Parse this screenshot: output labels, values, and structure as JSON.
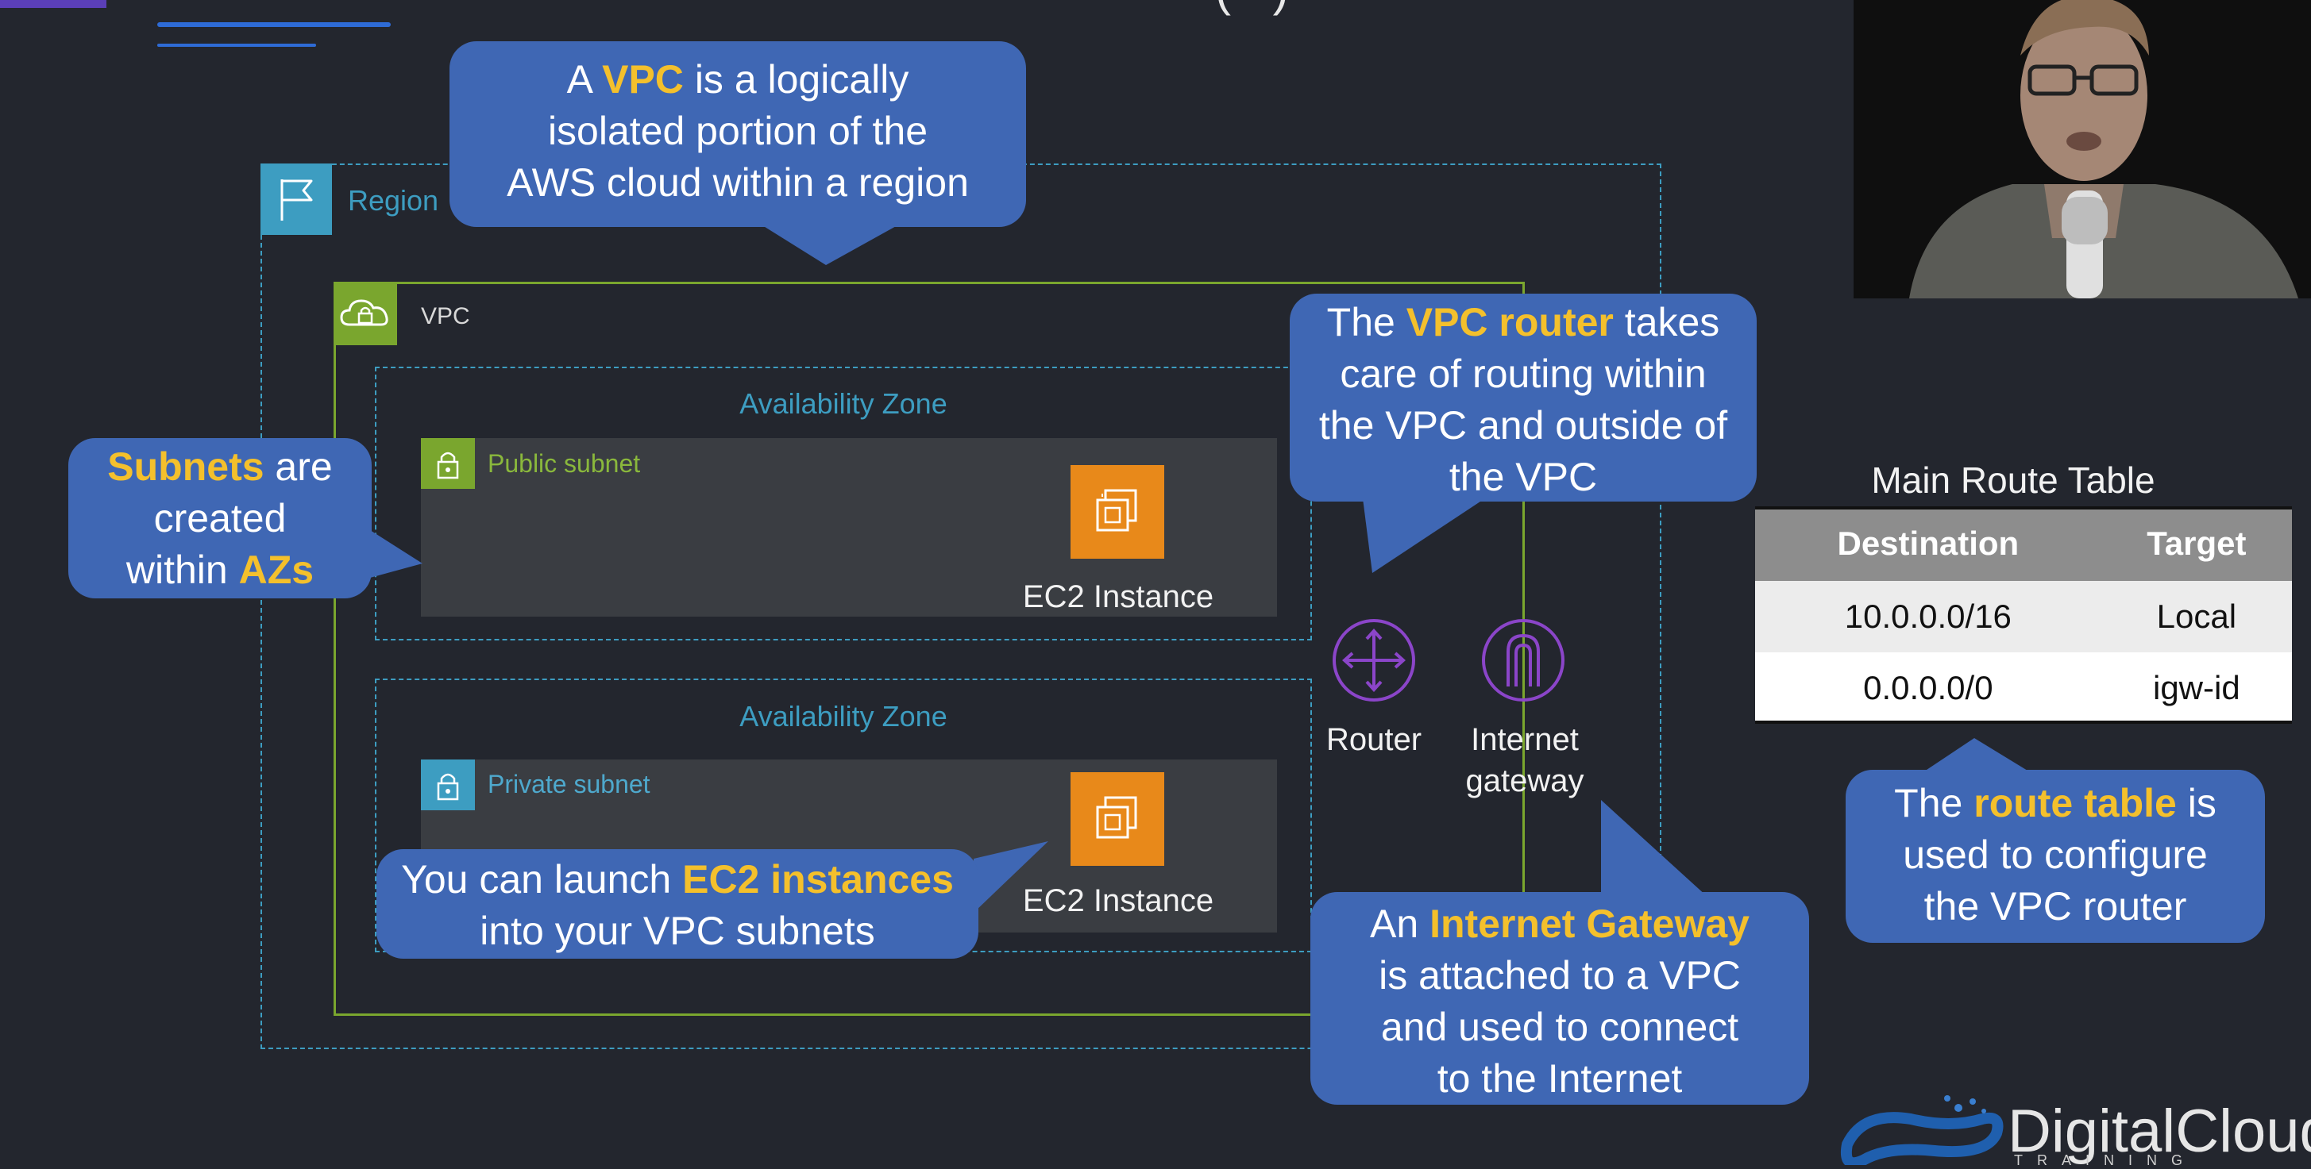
{
  "top": {
    "title_fragment": "( )"
  },
  "region": {
    "label": "Region"
  },
  "vpc": {
    "label": "VPC"
  },
  "availability_zones": [
    {
      "label": "Availability Zone"
    },
    {
      "label": "Availability Zone"
    }
  ],
  "subnets": {
    "public": {
      "label": "Public subnet",
      "instance_label": "EC2 Instance"
    },
    "private": {
      "label": "Private subnet",
      "instance_label": "EC2 Instance"
    }
  },
  "nodes": {
    "router": "Router",
    "igw_line1": "Internet",
    "igw_line2": "gateway"
  },
  "callouts": {
    "vpc": {
      "pre": "A ",
      "highlight": "VPC",
      "post_line1": " is a logically",
      "line2": "isolated portion of the",
      "line3": "AWS cloud within a region"
    },
    "subnets": {
      "highlight1": "Subnets",
      "post1": " are",
      "line2": "created",
      "pre3": "within ",
      "highlight3": "AZs"
    },
    "router": {
      "pre": "The ",
      "highlight": "VPC router",
      "post": " takes",
      "line2": "care of routing within",
      "line3": "the VPC and outside of",
      "line4": "the VPC"
    },
    "ec2": {
      "pre": "You can launch ",
      "highlight": "EC2 instances",
      "line2": "into your VPC subnets"
    },
    "igw": {
      "pre": "An ",
      "highlight": "Internet Gateway",
      "line2": "is attached to a VPC",
      "line3": "and used to connect",
      "line4": "to the Internet"
    },
    "route_table": {
      "pre": "The ",
      "highlight": "route table",
      "post": " is",
      "line2": "used to configure",
      "line3": "the VPC router"
    }
  },
  "route_table": {
    "title": "Main Route Table",
    "headers": [
      "Destination",
      "Target"
    ],
    "rows": [
      [
        "10.0.0.0/16",
        "Local"
      ],
      [
        "0.0.0.0/0",
        "igw-id"
      ]
    ]
  },
  "logo": {
    "name": "DigitalCloud",
    "sub": "TRAINING"
  },
  "colors": {
    "background": "#23262e",
    "region": "#3d9dc1",
    "vpc": "#7aa62e",
    "callout": "#3f67b4",
    "highlight": "#f4c02c",
    "ec2": "#e8891a",
    "router_igw": "#8b45c9"
  }
}
